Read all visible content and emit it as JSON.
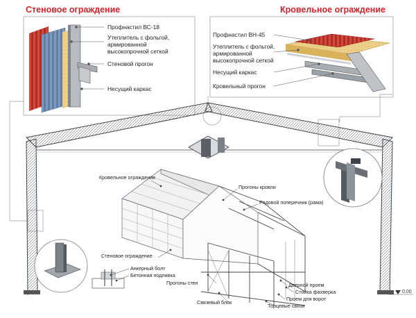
{
  "colors": {
    "heading_red": "#d2232a",
    "steel_dark": "#3f4348",
    "steel_mid": "#8a9099",
    "steel_light": "#c9ccd0",
    "insulation": "#e6c77a",
    "sheet_red": "#c8342f",
    "sheet_blue": "#6f8fb3",
    "line": "#9a9a9a"
  },
  "headings": {
    "wall": "Стеновое ограждение",
    "roof": "Кровельное ограждение"
  },
  "wall_inset": {
    "labels": [
      "Профнастил ВС-18",
      "Утеплитель с фольгой,",
      "армированной",
      "высокопрочной сеткой",
      "Стеновой прогон",
      "Несущий каркас"
    ]
  },
  "roof_inset": {
    "labels": [
      "Профнастил ВН-45",
      "Утеплитель с фольгой,",
      "армированной",
      "высокопрочной сеткой",
      "Несущий каркас",
      "Кровельный прогон"
    ]
  },
  "building": {
    "labels": [
      "Кровельное ограждение",
      "Прогоны кровли",
      "Рядовой поперечник (рама)",
      "Стеновое ограждение",
      "Анкерный болт",
      "Бетонная подливка",
      "Прогоны стен",
      "Связевый блок",
      "Дверной проем",
      "Стойка фахверка",
      "Проем для ворот",
      "Торцевые связи"
    ]
  },
  "elevation_mark": "0,00",
  "icons": {
    "elevation": "triangle-down-icon"
  }
}
